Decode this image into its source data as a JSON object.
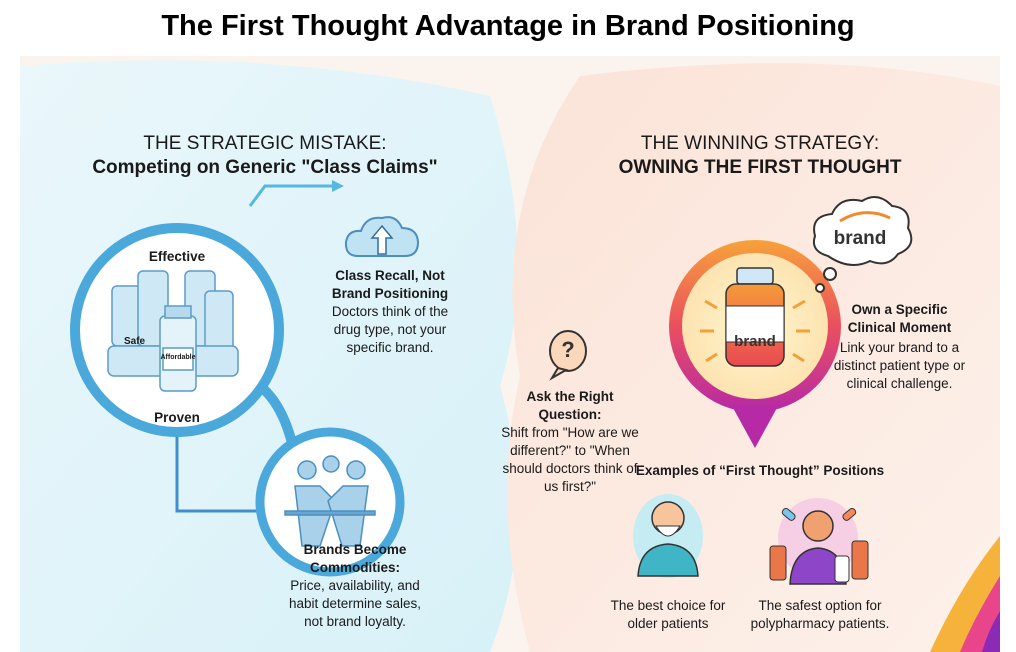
{
  "title": "The First Thought Advantage in Brand Positioning",
  "left": {
    "heading_line1": "THE STRATEGIC MISTAKE:",
    "heading_line2": "Competing on Generic \"Class Claims\"",
    "claims": {
      "top": "Effective",
      "left": "Safe",
      "label": "Affordable",
      "bottom": "Proven"
    },
    "class_recall": {
      "title_line1": "Class Recall, Not",
      "title_line2": "Brand Positioning",
      "body": "Doctors think of the drug type, not your specific brand."
    },
    "commodities": {
      "title_line1": "Brands Become",
      "title_line2": "Commodities:",
      "body": "Price, availability, and habit determine sales, not brand loyalty."
    }
  },
  "right": {
    "heading_line1": "THE WINNING STRATEGY:",
    "heading_line2": "OWNING THE FIRST THOUGHT",
    "bottle_label": "brand",
    "thought_label": "brand",
    "own_moment": {
      "title_line1": "Own a Specific",
      "title_line2": "Clinical Moment",
      "body": "Link your brand to a distinct patient type or clinical challenge."
    },
    "ask_question": {
      "title_line1": "Ask the Right",
      "title_line2": "Question:",
      "body": "Shift from \"How are we different?\" to \"When should doctors think of us first?\""
    },
    "examples_heading": "Examples of “First Thought” Positions",
    "examples": [
      {
        "icon": "older-patient-icon",
        "text": "The best choice for older patients"
      },
      {
        "icon": "polypharmacy-patient-icon",
        "text": "The safest option for polypharmacy patients."
      }
    ]
  },
  "colors": {
    "blue": "#3fa3d6",
    "orange": "#f0802a",
    "magenta": "#c2279a",
    "text": "#1a1a1a"
  }
}
